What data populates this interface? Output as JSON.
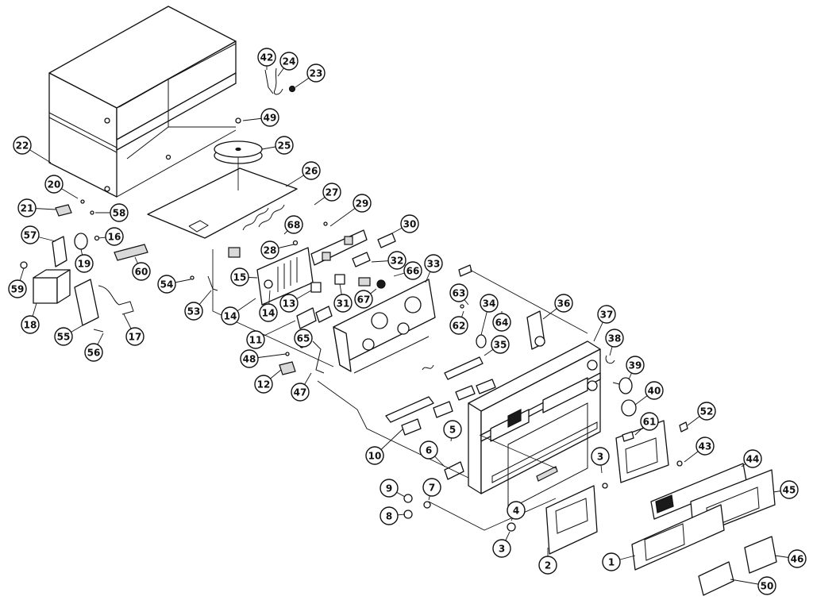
{
  "callouts": [
    {
      "id": "42",
      "label": "42"
    },
    {
      "id": "24",
      "label": "24"
    },
    {
      "id": "23",
      "label": "23"
    },
    {
      "id": "49",
      "label": "49"
    },
    {
      "id": "25",
      "label": "25"
    },
    {
      "id": "22",
      "label": "22"
    },
    {
      "id": "26",
      "label": "26"
    },
    {
      "id": "20",
      "label": "20"
    },
    {
      "id": "21",
      "label": "21"
    },
    {
      "id": "58",
      "label": "58"
    },
    {
      "id": "27",
      "label": "27"
    },
    {
      "id": "29",
      "label": "29"
    },
    {
      "id": "57",
      "label": "57"
    },
    {
      "id": "16",
      "label": "16"
    },
    {
      "id": "19",
      "label": "19"
    },
    {
      "id": "60",
      "label": "60"
    },
    {
      "id": "68",
      "label": "68"
    },
    {
      "id": "30",
      "label": "30"
    },
    {
      "id": "28",
      "label": "28"
    },
    {
      "id": "59",
      "label": "59"
    },
    {
      "id": "15",
      "label": "15"
    },
    {
      "id": "32",
      "label": "32"
    },
    {
      "id": "33",
      "label": "33"
    },
    {
      "id": "54",
      "label": "54"
    },
    {
      "id": "66",
      "label": "66"
    },
    {
      "id": "18",
      "label": "18"
    },
    {
      "id": "53",
      "label": "53"
    },
    {
      "id": "14a",
      "label": "14"
    },
    {
      "id": "14b",
      "label": "14"
    },
    {
      "id": "13",
      "label": "13"
    },
    {
      "id": "31",
      "label": "31"
    },
    {
      "id": "67",
      "label": "67"
    },
    {
      "id": "63",
      "label": "63"
    },
    {
      "id": "34",
      "label": "34"
    },
    {
      "id": "36",
      "label": "36"
    },
    {
      "id": "37",
      "label": "37"
    },
    {
      "id": "55",
      "label": "55"
    },
    {
      "id": "17",
      "label": "17"
    },
    {
      "id": "62",
      "label": "62"
    },
    {
      "id": "64",
      "label": "64"
    },
    {
      "id": "11",
      "label": "11"
    },
    {
      "id": "56",
      "label": "56"
    },
    {
      "id": "65",
      "label": "65"
    },
    {
      "id": "38",
      "label": "38"
    },
    {
      "id": "35",
      "label": "35"
    },
    {
      "id": "48",
      "label": "48"
    },
    {
      "id": "39",
      "label": "39"
    },
    {
      "id": "12",
      "label": "12"
    },
    {
      "id": "47",
      "label": "47"
    },
    {
      "id": "40",
      "label": "40"
    },
    {
      "id": "52",
      "label": "52"
    },
    {
      "id": "61",
      "label": "61"
    },
    {
      "id": "5",
      "label": "5"
    },
    {
      "id": "10",
      "label": "10"
    },
    {
      "id": "6",
      "label": "6"
    },
    {
      "id": "43",
      "label": "43"
    },
    {
      "id": "3a",
      "label": "3"
    },
    {
      "id": "44",
      "label": "44"
    },
    {
      "id": "9",
      "label": "9"
    },
    {
      "id": "7",
      "label": "7"
    },
    {
      "id": "45",
      "label": "45"
    },
    {
      "id": "8",
      "label": "8"
    },
    {
      "id": "4",
      "label": "4"
    },
    {
      "id": "3b",
      "label": "3"
    },
    {
      "id": "2",
      "label": "2"
    },
    {
      "id": "1",
      "label": "1"
    },
    {
      "id": "46",
      "label": "46"
    },
    {
      "id": "50",
      "label": "50"
    }
  ]
}
